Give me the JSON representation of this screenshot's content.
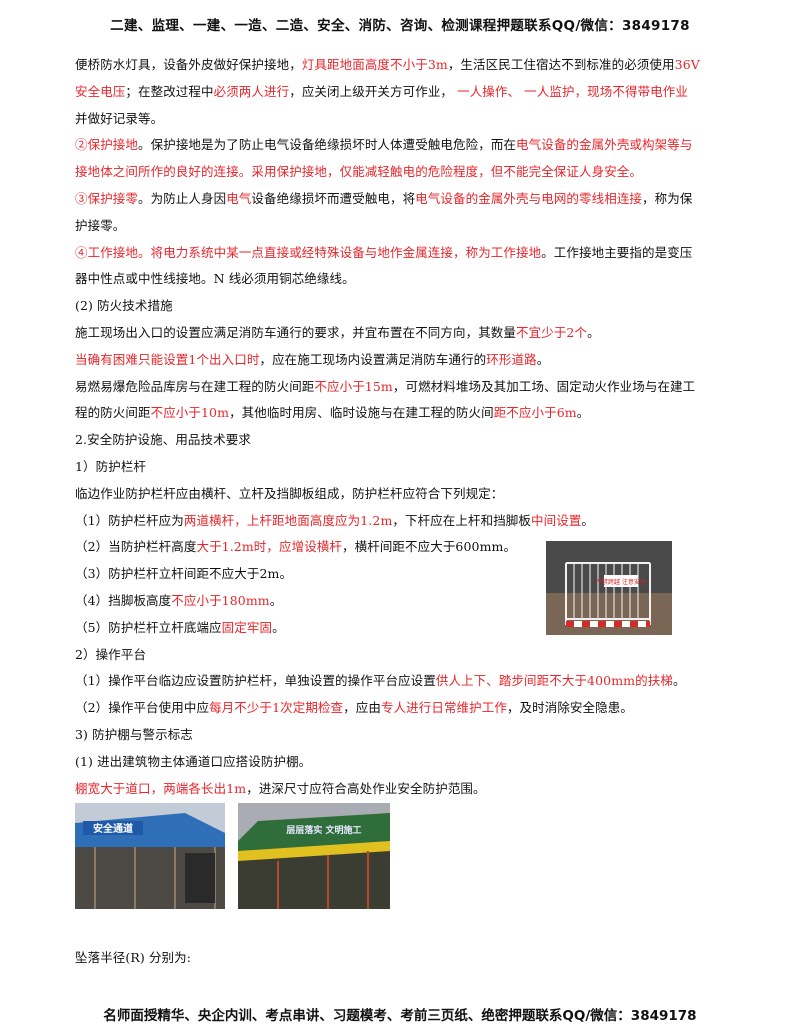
{
  "header": "二建、监理、一建、一造、二造、安全、消防、咨询、检测课程押题联系QQ/微信：3849178",
  "footer": "名师面授精华、央企内训、考点串讲、习题模考、考前三页纸、绝密押题联系QQ/微信：3849178",
  "lines": [
    [
      {
        "t": "便桥防水灯具，设备外皮做好保护接地，"
      },
      {
        "t": "灯具距地面高度不小于3m",
        "r": true
      },
      {
        "t": "，生活区民工住宿达不到标准的必须使用"
      },
      {
        "t": "36V",
        "r": true
      }
    ],
    [
      {
        "t": "安全电压",
        "r": true
      },
      {
        "t": "；在整改过程中"
      },
      {
        "t": "必须两人进行",
        "r": true
      },
      {
        "t": "，应关闭上级开关方可作业，  "
      },
      {
        "t": "一人操作、 一人监护，现场不得带电作业",
        "r": true
      }
    ],
    [
      {
        "t": "并做好记录等。"
      }
    ],
    [
      {
        "t": "②保护接地",
        "r": true
      },
      {
        "t": "。保护接地是为了防止电气设备绝缘损坏时人体遭受触电危险，而在"
      },
      {
        "t": "电气设备的金属外壳或构架等与",
        "r": true
      }
    ],
    [
      {
        "t": "接地体之间所作的良好的连接。采用保护接地，仅能减轻触电的危险程度，但不能完全保证人身安全。",
        "r": true
      }
    ],
    [
      {
        "t": "③保护接零",
        "r": true
      },
      {
        "t": "。为防止人身因"
      },
      {
        "t": "电气",
        "r": true
      },
      {
        "t": "设备绝缘损坏而遭受触电，将"
      },
      {
        "t": "电气设备的金属外壳与电网的零线相连接",
        "r": true
      },
      {
        "t": "，称为保"
      }
    ],
    [
      {
        "t": "护接零。"
      }
    ],
    [
      {
        "t": "④工作接地。将电力系统中某一点直接或经特殊设备与地作金属连接，称为工作接地",
        "r": true
      },
      {
        "t": "。工作接地主要指的是变压"
      }
    ],
    [
      {
        "t": "器中性点或中性线接地。N 线必须用铜芯绝缘线。"
      }
    ],
    [
      {
        "t": "(2) 防火技术措施"
      }
    ],
    [
      {
        "t": "施工现场出入口的设置应满足消防车通行的要求，并宜布置在不同方向，其数量"
      },
      {
        "t": "不宜少于2个",
        "r": true
      },
      {
        "t": "。"
      }
    ],
    [
      {
        "t": "当确有困难只能设置1个出入口时",
        "r": true
      },
      {
        "t": "，应在施工现场内设置满足消防车通行的"
      },
      {
        "t": "环形道路",
        "r": true
      },
      {
        "t": "。"
      }
    ],
    [
      {
        "t": "易燃易爆危险品库房与在建工程的防火间距"
      },
      {
        "t": "不应小于15m",
        "r": true
      },
      {
        "t": "，可燃材料堆场及其加工场、固定动火作业场与在建工"
      }
    ],
    [
      {
        "t": "程的防火间距"
      },
      {
        "t": "不应小于10m",
        "r": true
      },
      {
        "t": "，其他临时用房、临时设施与在建工程的防火间"
      },
      {
        "t": "距不应小于6m",
        "r": true
      },
      {
        "t": "。"
      }
    ],
    [
      {
        "t": "2.安全防护设施、用品技术要求"
      }
    ],
    [
      {
        "t": "1）防护栏杆"
      }
    ],
    [
      {
        "t": "临边作业防护栏杆应由横杆、立杆及挡脚板组成，防护栏杆应符合下列规定："
      }
    ],
    [
      {
        "t": "（1）防护栏杆应为"
      },
      {
        "t": "两道横杆，上杆距地面高度应为1.2m",
        "r": true
      },
      {
        "t": "，下杆应在上杆和挡脚板"
      },
      {
        "t": "中间设置",
        "r": true
      },
      {
        "t": "。"
      }
    ],
    [
      {
        "t": "（2）当防护栏杆高度"
      },
      {
        "t": "大于1.2m时，应增设横杆",
        "r": true
      },
      {
        "t": "，横杆间距不应大于600mm。"
      }
    ],
    [
      {
        "t": "（3）防护栏杆立杆间距不应大于2m。"
      }
    ],
    [
      {
        "t": "（4）挡脚板高度"
      },
      {
        "t": "不应小于180mm",
        "r": true
      },
      {
        "t": "。"
      }
    ],
    [
      {
        "t": "（5）防护栏杆立杆底端应"
      },
      {
        "t": "固定牢固",
        "r": true
      },
      {
        "t": "。"
      }
    ],
    [
      {
        "t": "2）操作平台"
      }
    ],
    [
      {
        "t": "（1）操作平台临边应设置防护栏杆，单独设置的操作平台应设置"
      },
      {
        "t": "供人上下、踏步间距不大于400mm的扶梯",
        "r": true
      },
      {
        "t": "。"
      }
    ],
    [
      {
        "t": "（2）操作平台使用中应"
      },
      {
        "t": "每月不少于1次定期检查",
        "r": true
      },
      {
        "t": "，应由"
      },
      {
        "t": "专人进行日常维护工作",
        "r": true
      },
      {
        "t": "，及时消除安全隐患。"
      }
    ],
    [
      {
        "t": "3) 防护棚与警示标志"
      }
    ],
    [
      {
        "t": "(1) 进出建筑物主体通道口应搭设防护棚。"
      }
    ],
    [
      {
        "t": "棚宽大于道口，两端各长出1m",
        "r": true
      },
      {
        "t": "，进深尺寸应符合高处作业安全防护范围。"
      }
    ]
  ],
  "last_line": "坠落半径(R) 分别为:",
  "photos": {
    "railing_sign": "严禁跨越  注意安全",
    "tunnel1_sign": "安全通道",
    "tunnel2_sign": "层层落实 文明施工"
  }
}
